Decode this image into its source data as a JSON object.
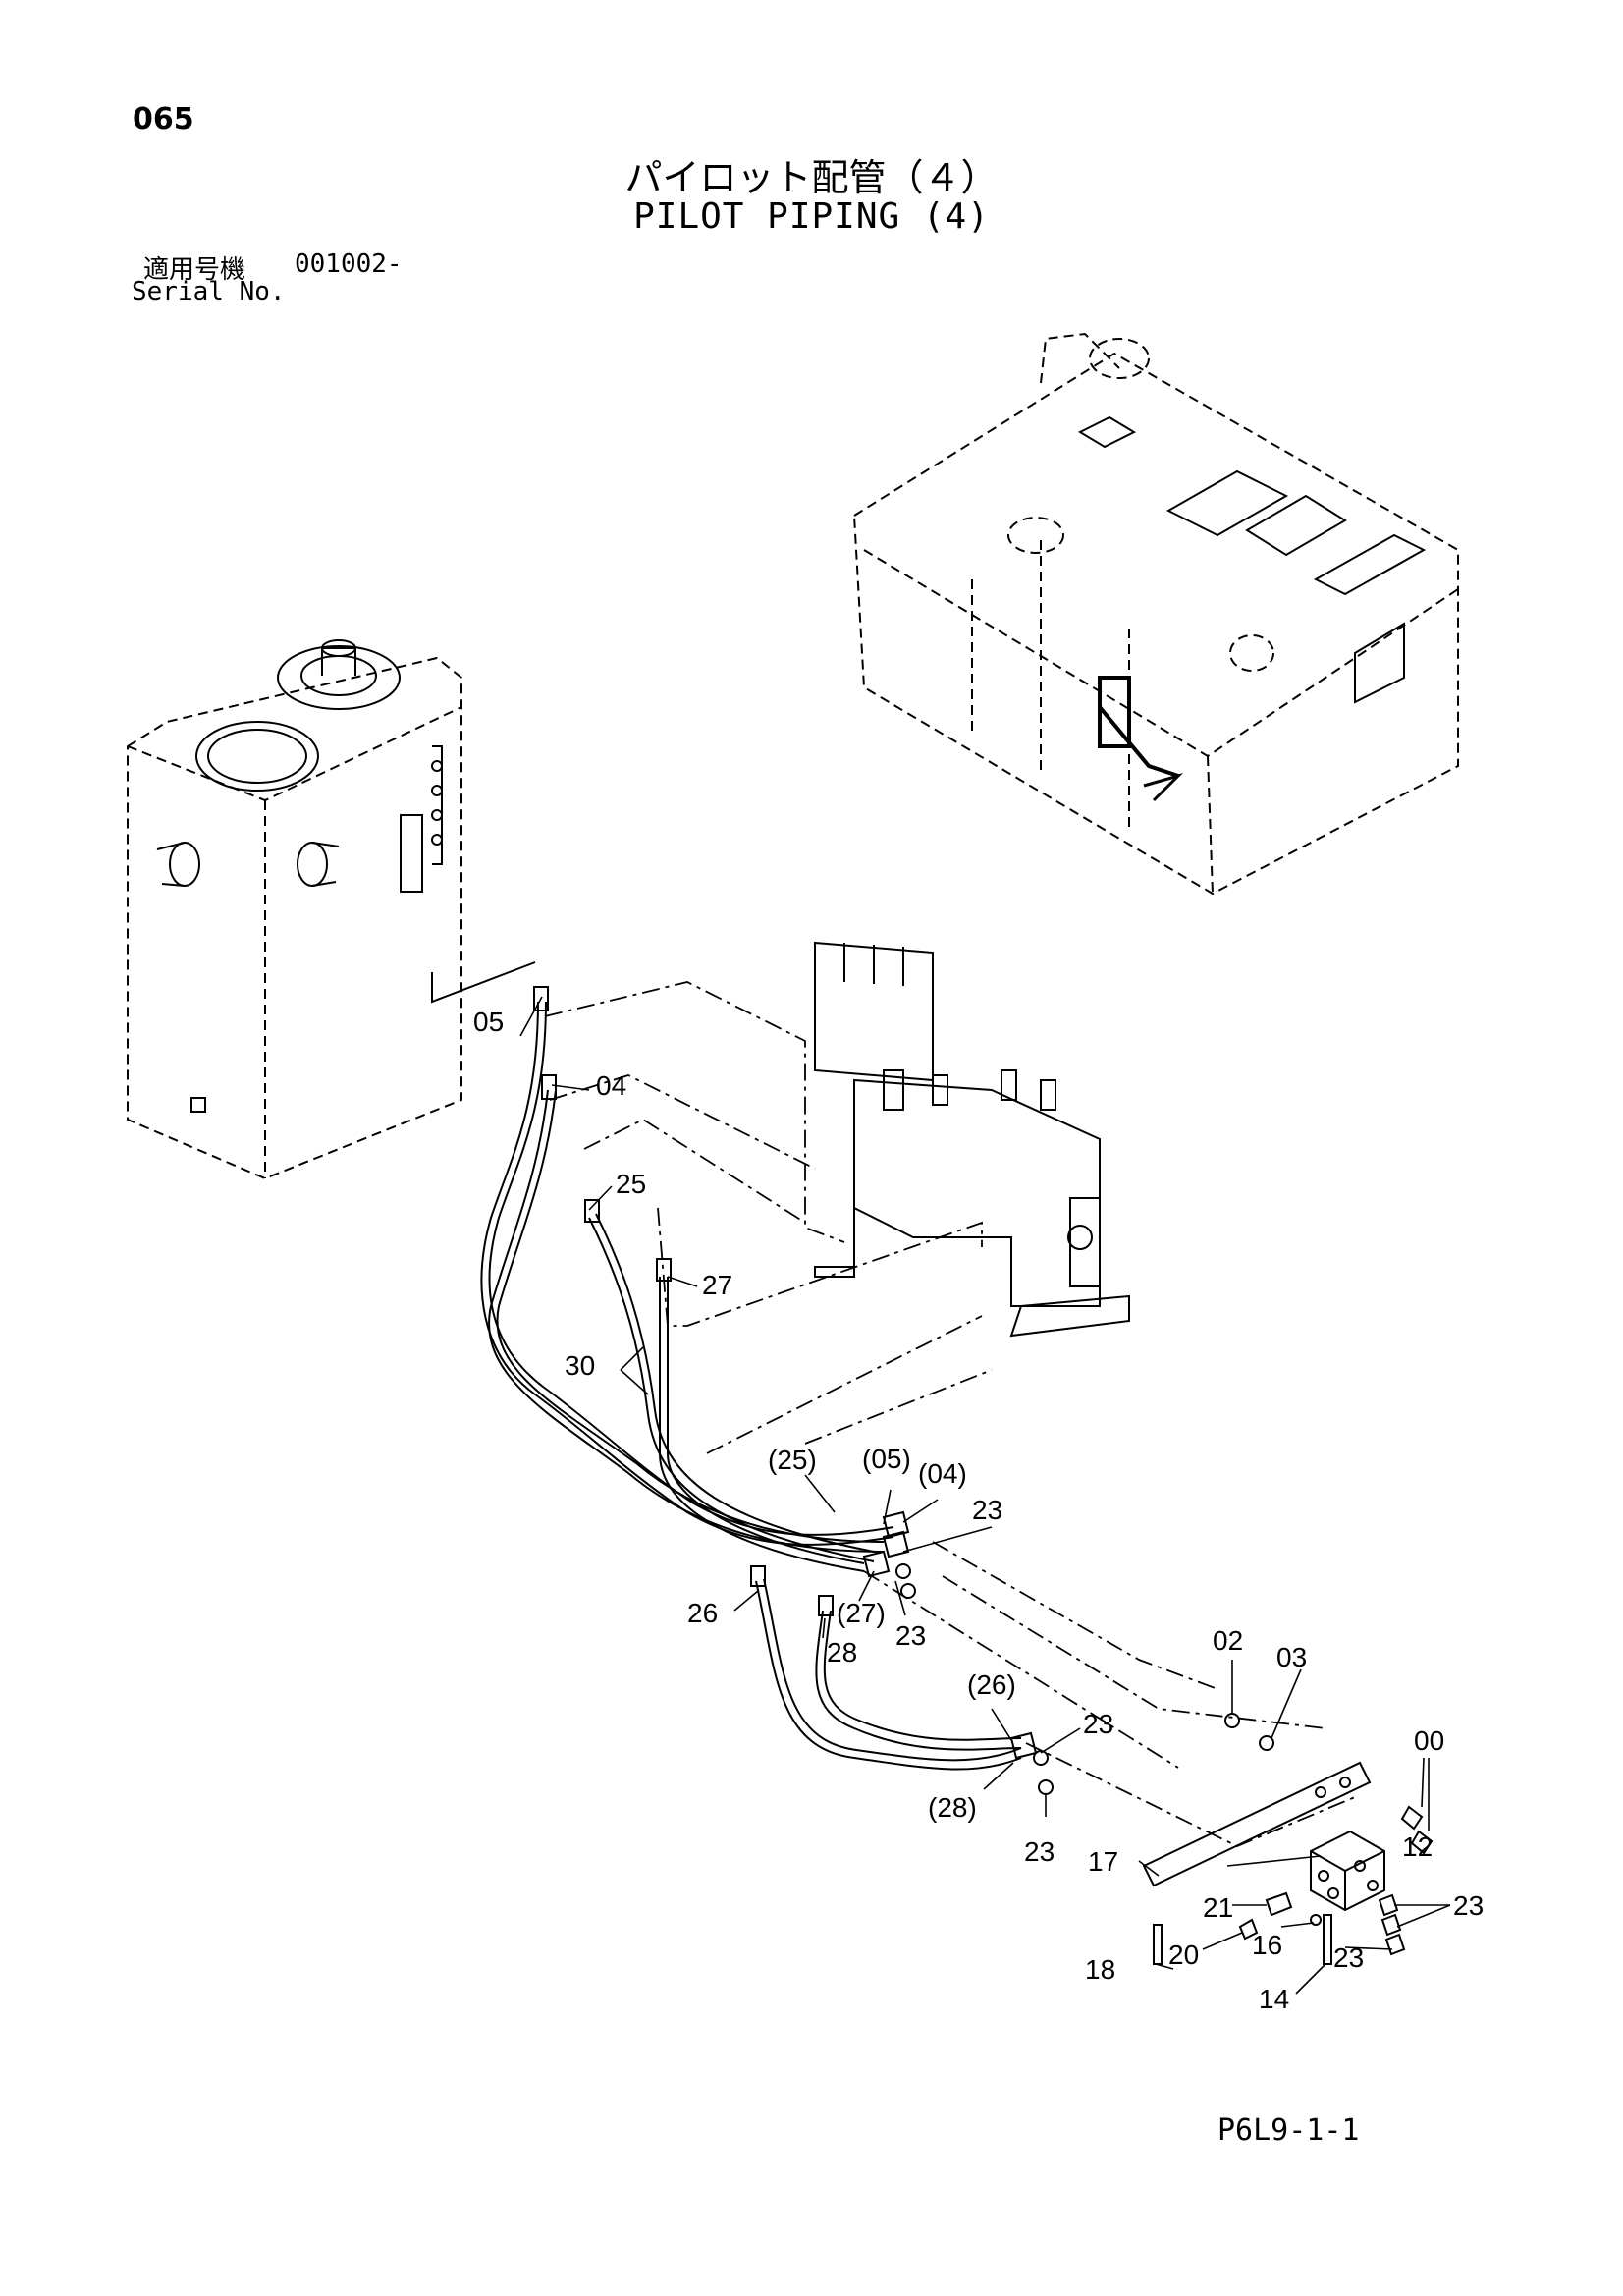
{
  "page_number": "065",
  "title_jp": "パイロット配管（４）",
  "title_en": "PILOT PIPING (4)",
  "serial": {
    "label_jp": "適用号機",
    "value": "001002-",
    "label_en": "Serial No."
  },
  "drawing_code": "P6L9-1-1",
  "callouts": {
    "c05": "05",
    "c04": "04",
    "c25": "25",
    "c27": "27",
    "c30": "30",
    "c25p": "(25)",
    "c05p": "(05)",
    "c04p": "(04)",
    "c23a": "23",
    "c27p": "(27)",
    "c23b": "23",
    "c26": "26",
    "c28": "28",
    "c26p": "(26)",
    "c28p": "(28)",
    "c23c": "23",
    "c23d": "23",
    "c02": "02",
    "c03": "03",
    "c00": "00",
    "c12": "12",
    "c17": "17",
    "c21": "21",
    "c23e": "23",
    "c20": "20",
    "c16": "16",
    "c23f": "23",
    "c18": "18",
    "c14": "14"
  }
}
